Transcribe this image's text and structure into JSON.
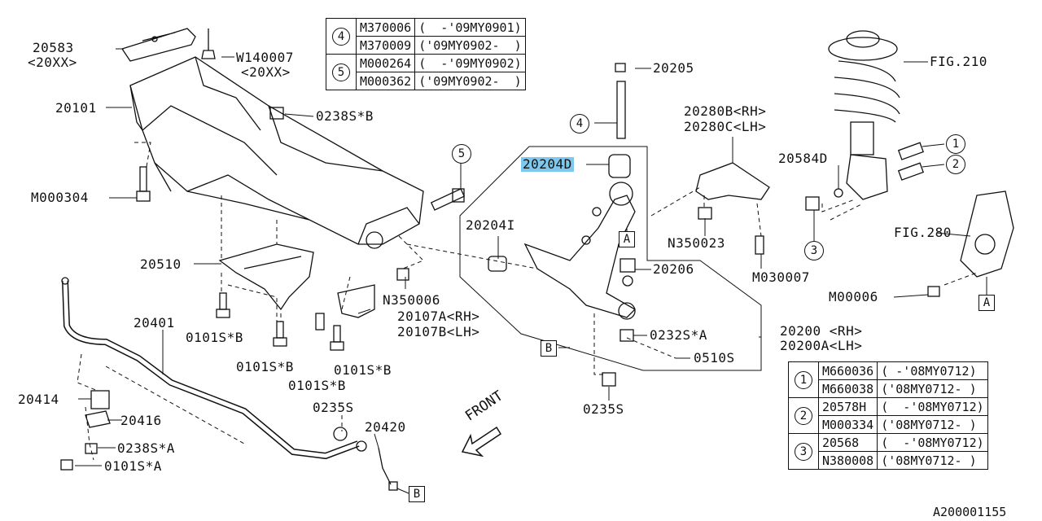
{
  "part_labels": {
    "p20583": "20583",
    "p20583_sub": "<20XX>",
    "pW140007": "W140007",
    "pW140007_sub": "<20XX>",
    "p20101": "20101",
    "p0238SB": "0238S*B",
    "pM000304": "M000304",
    "p20510": "20510",
    "pN350006": "N350006",
    "p20107A": "20107A<RH>",
    "p20107B": "20107B<LH>",
    "p0101SB_1": "0101S*B",
    "p0101SB_2": "0101S*B",
    "p0101SB_3": "0101S*B",
    "p0101SB_4": "0101S*B",
    "p20401": "20401",
    "p20414": "20414",
    "p20416": "20416",
    "p0238SA": "0238S*A",
    "p0101SA": "0101S*A",
    "p0235S_1": "0235S",
    "p20420": "20420",
    "p20204I": "20204I",
    "p20204D": "20204D",
    "p20205": "20205",
    "p20206": "20206",
    "p0232SA": "0232S*A",
    "p0510S": "0510S",
    "p0235S_2": "0235S",
    "p20200": "20200 <RH>",
    "p20200A": "20200A<LH>",
    "p20280B": "20280B<RH>",
    "p20280C": "20280C<LH>",
    "pN350023": "N350023",
    "pM030007": "M030007",
    "p20584D": "20584D",
    "pFIG210": "FIG.210",
    "pFIG280": "FIG.280",
    "pM00006": "M00006",
    "front": "FRONT",
    "ref_code": "A200001155"
  },
  "callouts": {
    "c4": "4",
    "c5": "5",
    "c1": "1",
    "c2": "2",
    "c3": "3",
    "boxA_1": "A",
    "boxA_2": "A",
    "boxB_1": "B",
    "boxB_2": "B"
  },
  "top_table": {
    "rows": [
      {
        "key": "4",
        "part": "M370006",
        "range": "(  -'09MY0901)"
      },
      {
        "key": "",
        "part": "M370009",
        "range": "('09MY0902-  )"
      },
      {
        "key": "5",
        "part": "M000264",
        "range": "(  -'09MY0902)"
      },
      {
        "key": "",
        "part": "M000362",
        "range": "('09MY0902-  )"
      }
    ]
  },
  "bottom_table": {
    "rows": [
      {
        "key": "1",
        "part": "M660036",
        "range": "( -'08MY0712)"
      },
      {
        "key": "",
        "part": "M660038",
        "range": "('08MY0712- )"
      },
      {
        "key": "2",
        "part": "20578H",
        "range": "(  -'08MY0712)"
      },
      {
        "key": "",
        "part": "M000334",
        "range": "('08MY0712- )"
      },
      {
        "key": "3",
        "part": "20568",
        "range": "(  -'08MY0712)"
      },
      {
        "key": "",
        "part": "N380008",
        "range": "('08MY0712- )"
      }
    ]
  },
  "highlight_color": "#7ec8ee"
}
